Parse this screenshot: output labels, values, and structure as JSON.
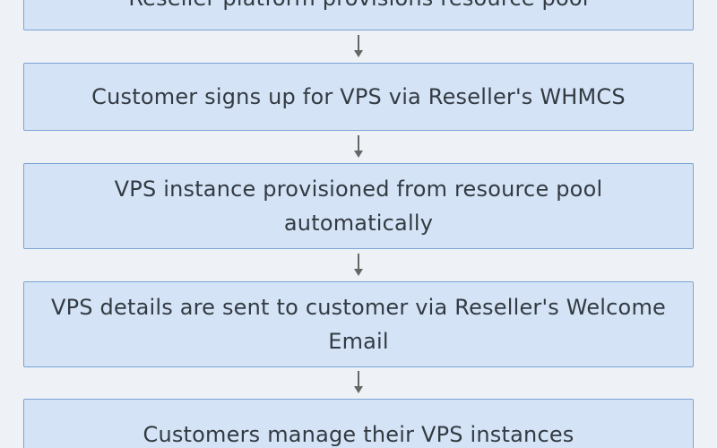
{
  "flowchart": {
    "steps": [
      {
        "label": "Reseller platform provisions resource pool"
      },
      {
        "label": "Customer signs up for VPS via Reseller's WHMCS"
      },
      {
        "label": "VPS instance provisioned from resource pool automatically"
      },
      {
        "label": "VPS details are sent to customer via Reseller's Welcome Email"
      },
      {
        "label": "Customers manage their VPS instances"
      }
    ]
  },
  "colors": {
    "background": "#eef2f6",
    "box_fill": "#d4e4f6",
    "box_border": "#7aa4d4",
    "text": "#333a42",
    "arrow": "#666666"
  }
}
